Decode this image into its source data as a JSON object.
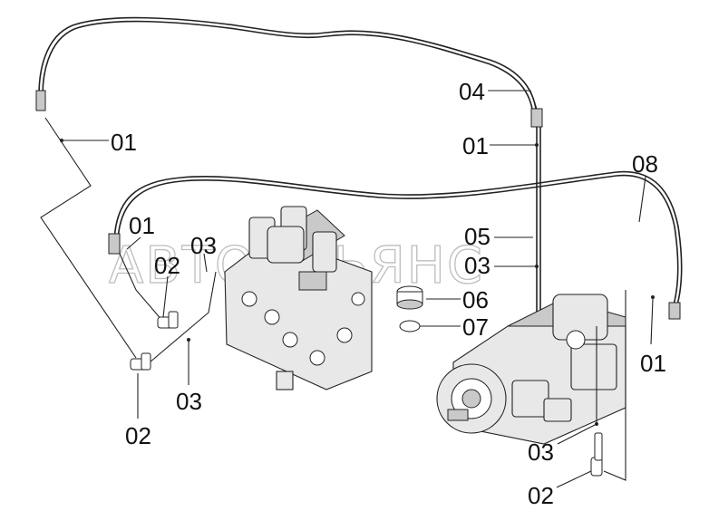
{
  "watermark": "АВТОАЛЬЯНС",
  "callouts": {
    "c01_left": "01",
    "c01_left2": "01",
    "c01_top": "01",
    "c01_right": "01",
    "c02_left_top": "02",
    "c02_left_bottom": "02",
    "c02_right_bottom": "02",
    "c03_left_top": "03",
    "c03_left_bottom": "03",
    "c03_mid": "03",
    "c03_right_bottom": "03",
    "c04": "04",
    "c05": "05",
    "c06": "06",
    "c07": "07",
    "c08": "08"
  }
}
